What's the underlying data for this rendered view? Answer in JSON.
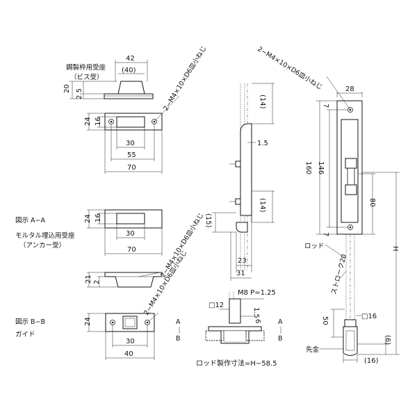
{
  "labels": {
    "steel_frame_receiver": "鋼製枠用受座",
    "screw_receiver": "（ビス受）",
    "screw_top": "2−M4×10×D6皿小ねじ",
    "screw_right": "2−M4×10×D6皿小ねじ",
    "screw_mid": "2−M4×10×D6皿小ねじ",
    "screw_bottom": "2−M4×10×D6皿小ねじ",
    "view_aa": "図示 A−A",
    "mortar_receiver": "モルタル埋込用受座",
    "anchor_receiver": "（アンカー受）",
    "view_bb": "図示 B−B",
    "guide": "ガイド",
    "rod": "ロッド",
    "stroke": "ストローク20",
    "latch": "先金",
    "rod_length_formula": "ロッド製作寸法=H−58.5",
    "thread": "M8 P=1.25",
    "section_a": "A",
    "section_b": "B",
    "section_a2": "A",
    "section_b2": "B",
    "h": "H"
  },
  "dims": {
    "d42": "42",
    "d40p": "(40)",
    "d20": "20",
    "d25": "2.5",
    "d24a": "24",
    "d16a": "16",
    "d30a": "30",
    "d55": "55",
    "d70a": "70",
    "d24b": "24",
    "d16b": "16",
    "d30b": "30",
    "d70b": "70",
    "d21": "21",
    "d2": "2",
    "d24c": "24",
    "d30c": "30",
    "d40c": "40",
    "d14a": "(14)",
    "d15": "1.5",
    "d14b": "(14)",
    "d15p": "(15)",
    "d23": "23",
    "d31": "31",
    "d12": "□12",
    "d15b": "1.5",
    "d6": "6",
    "d28": "28",
    "d7a": "7",
    "d160": "160",
    "d146": "146",
    "d80": "80",
    "d7b": "7",
    "d16c": "□16",
    "d50": "50",
    "d6p": "(6)",
    "d16p": "(16)"
  }
}
